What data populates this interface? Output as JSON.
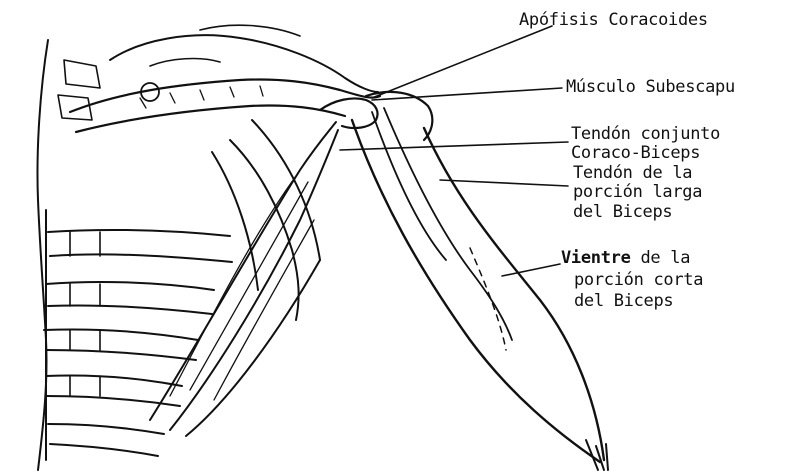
{
  "labels": {
    "coracoides": "Apófisis Coracoides",
    "subescapular": "Músculo Subescapu",
    "tendon_conjunto_1": "Tendón conjunto",
    "tendon_conjunto_2": "Coraco-Biceps",
    "tendon_larga_1": "Tendón de la",
    "tendon_larga_2": "porción larga",
    "tendon_larga_3": "del Biceps",
    "vientre_word": "Vientre",
    "vientre_rest": " de la",
    "vientre_2": "porción corta",
    "vientre_3": "del Biceps"
  },
  "colors": {
    "ink": "#111111",
    "background": "#ffffff"
  }
}
